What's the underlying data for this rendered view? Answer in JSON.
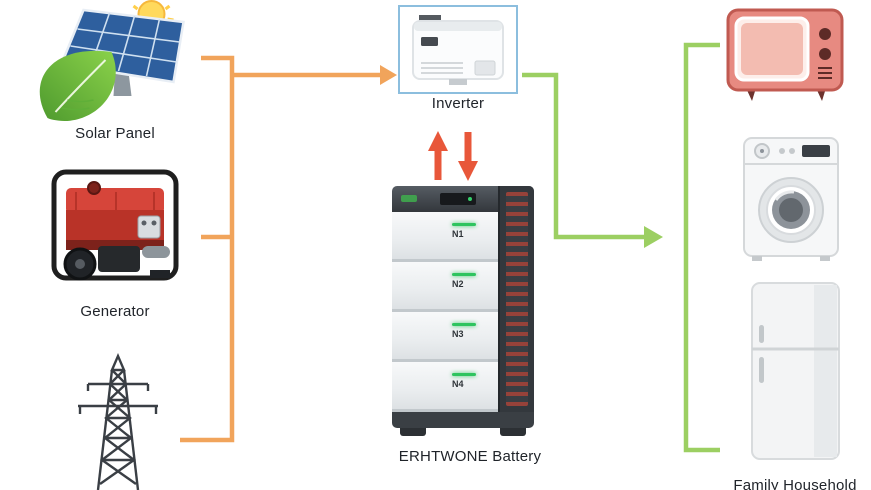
{
  "labels": {
    "solar": "Solar Panel",
    "generator": "Generator",
    "inverter": "Inverter",
    "battery": "ERHTWONE Battery",
    "loads": "Family Household"
  },
  "battery_modules": [
    "N1",
    "N2",
    "N3",
    "N4"
  ],
  "icons": {
    "sources": [
      "solar-panel-icon",
      "generator-icon",
      "power-tower-icon"
    ],
    "center": [
      "inverter-icon",
      "battery-icon"
    ],
    "loads": [
      "tv-icon",
      "washing-machine-icon",
      "refrigerator-icon"
    ]
  },
  "colors": {
    "source_flow": "#f1a45b",
    "load_flow": "#9ccf62",
    "charge_flow": "#e8573a",
    "highlight_border": "#8cbede",
    "led_green": "#2ec45f"
  }
}
